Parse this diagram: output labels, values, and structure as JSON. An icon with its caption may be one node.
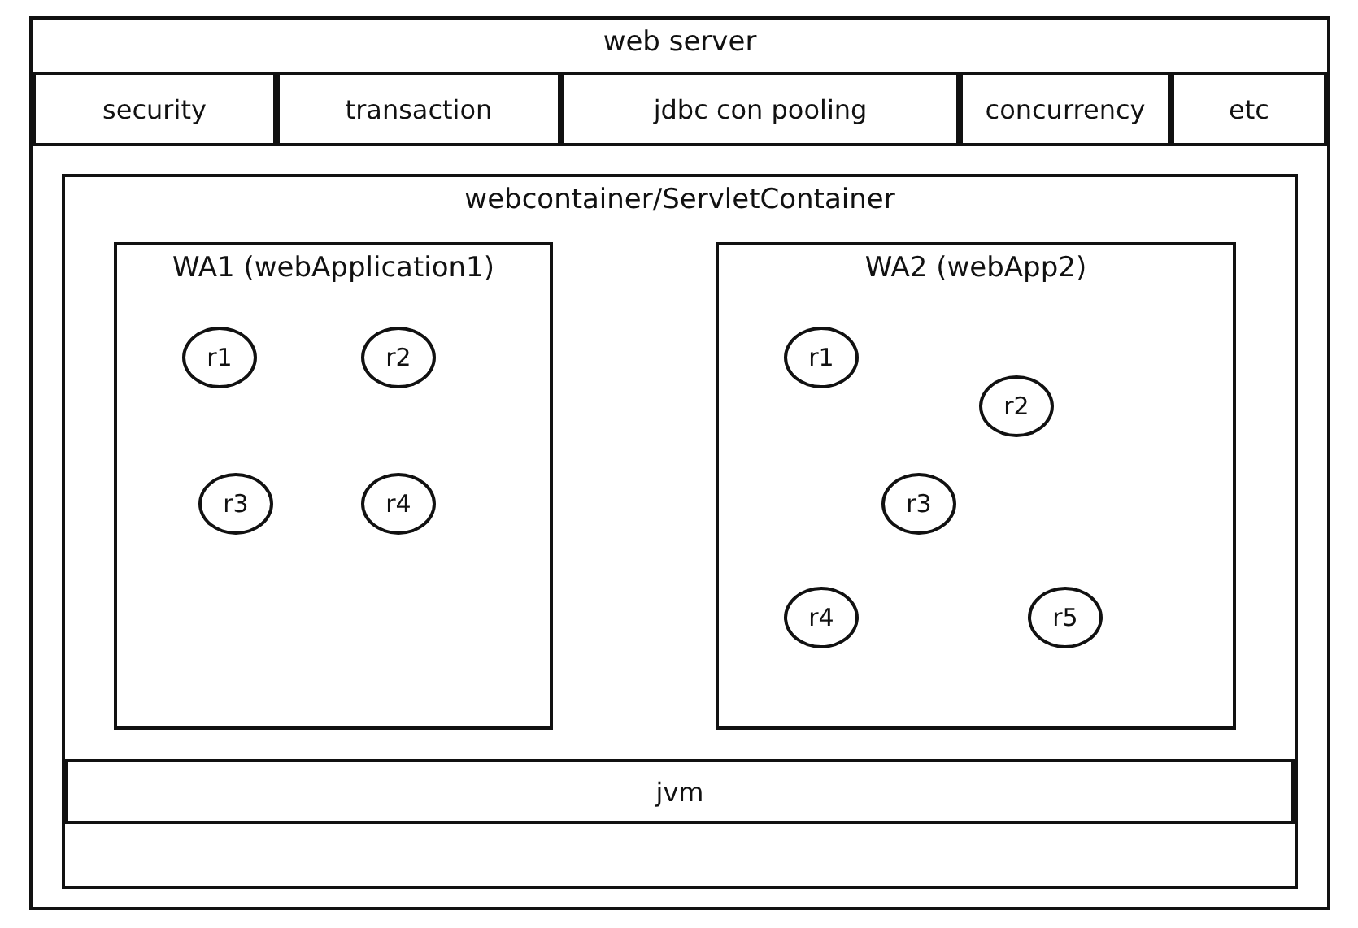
{
  "diagram": {
    "nodes": [
      {
        "text": [
          "web server"
        ]
      },
      {
        "text": [
          "security"
        ],
        "in": 0
      },
      {
        "text": [
          "transaction"
        ],
        "in": 0
      },
      {
        "text": [
          "jdbc con pooling"
        ],
        "in": 0
      },
      {
        "text": [
          "concurrency"
        ],
        "in": 0
      },
      {
        "text": [
          "etc"
        ],
        "in": 0
      },
      {
        "text": [
          "webcontainer/ServletContainer"
        ],
        "in": 0
      },
      {
        "text": [
          "WA1 (webApplication1)"
        ],
        "in": 6
      },
      {
        "text": [
          "r1"
        ],
        "in": 7
      },
      {
        "text": [
          "r2"
        ],
        "in": 7
      },
      {
        "text": [
          "r3"
        ],
        "in": 7
      },
      {
        "text": [
          "r4"
        ],
        "in": 7
      },
      {
        "text": [
          "WA2 (webApp2)"
        ],
        "in": 6
      },
      {
        "text": [
          "r1"
        ],
        "in": 12
      },
      {
        "text": [
          "r2"
        ],
        "in": 12
      },
      {
        "text": [
          "r3"
        ],
        "in": 12
      },
      {
        "text": [
          "r4"
        ],
        "in": 12
      },
      {
        "text": [
          "r5"
        ],
        "in": 12
      },
      {
        "text": [
          "jvm"
        ],
        "in": 6
      }
    ],
    "edges": []
  }
}
